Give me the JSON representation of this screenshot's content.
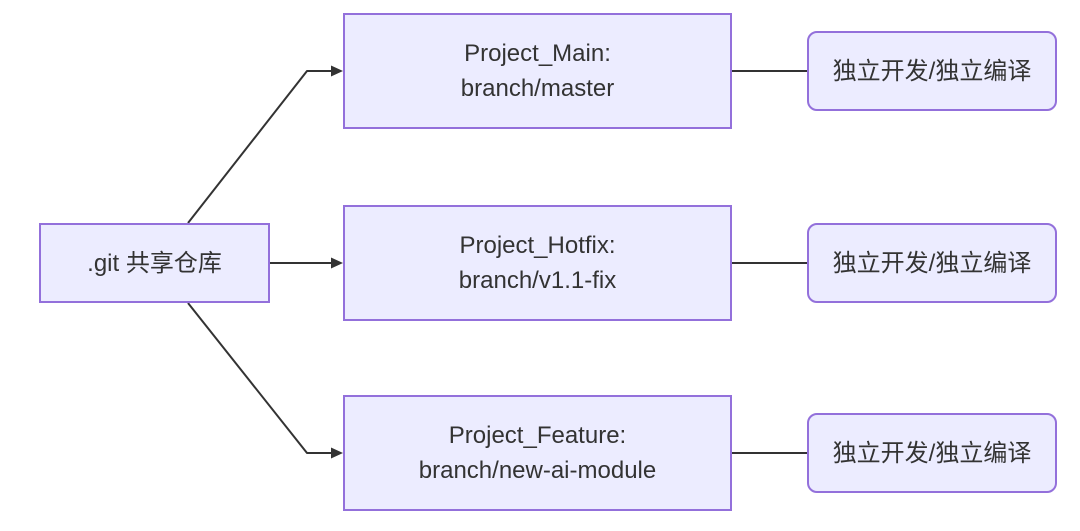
{
  "diagram": {
    "root": {
      "label": ".git 共享仓库"
    },
    "projects": [
      {
        "title": "Project_Main:",
        "branch": "branch/master",
        "note": "独立开发/独立编译"
      },
      {
        "title": "Project_Hotfix:",
        "branch": "branch/v1.1-fix",
        "note": "独立开发/独立编译"
      },
      {
        "title": "Project_Feature:",
        "branch": "branch/new-ai-module",
        "note": "独立开发/独立编译"
      }
    ],
    "colors": {
      "node_fill": "#ECECFF",
      "node_border": "#9370DB",
      "edge": "#333333",
      "text": "#333333",
      "background": "#FFFFFF"
    }
  }
}
